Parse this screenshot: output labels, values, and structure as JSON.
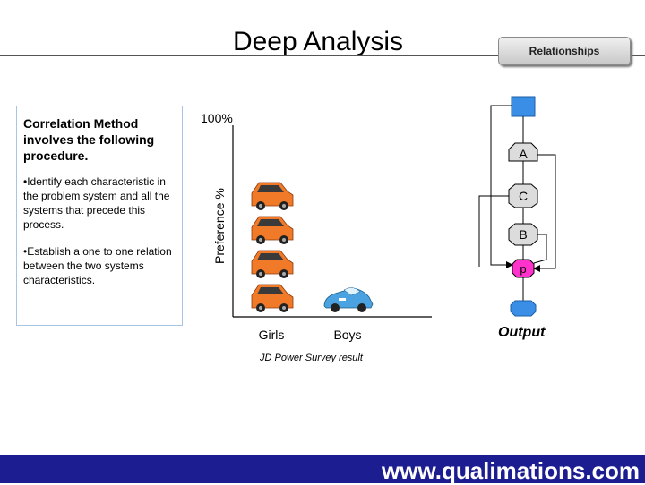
{
  "slide": {
    "title": "Deep Analysis",
    "relationships_button": "Relationships",
    "text_box": {
      "heading": "Correlation Method involves the following procedure.",
      "bullet_1": "•Identify each characteristic in the problem system and all the systems that precede this process.",
      "bullet_2": "•Establish a one to one relation between the two systems characteristics."
    },
    "caption": "JD Power Survey result",
    "output_label": "Output",
    "footer": "www.qualimations.com"
  },
  "chart_data": {
    "type": "bar",
    "categories": [
      "Girls",
      "Boys"
    ],
    "values": [
      4,
      1
    ],
    "ylabel": "Preference %",
    "y_top_label": "100%",
    "xlabel": ""
  },
  "flow": {
    "nodes": [
      "A",
      "C",
      "B",
      "p"
    ],
    "colors": {
      "top_box": "#3a8ee6",
      "node_fill": "#dcdcdc",
      "p_fill": "#ff33cc",
      "output_fill": "#3a8ee6",
      "footer": "#1d1d92"
    }
  },
  "icons": {
    "car": "orange-hatchback-car-icon",
    "race_car": "blue-race-car-icon"
  }
}
